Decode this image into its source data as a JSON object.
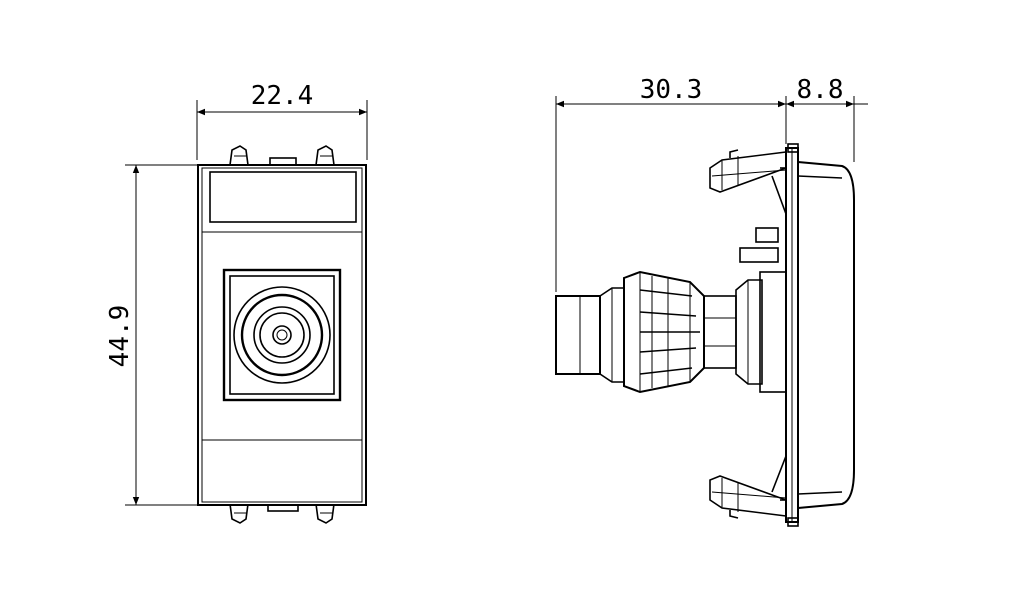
{
  "dimensions": {
    "front_width": "22.4",
    "front_height": "44.9",
    "side_depth_rear": "30.3",
    "side_depth_front": "8.8"
  },
  "colors": {
    "line": "#000000",
    "background": "#ffffff"
  }
}
